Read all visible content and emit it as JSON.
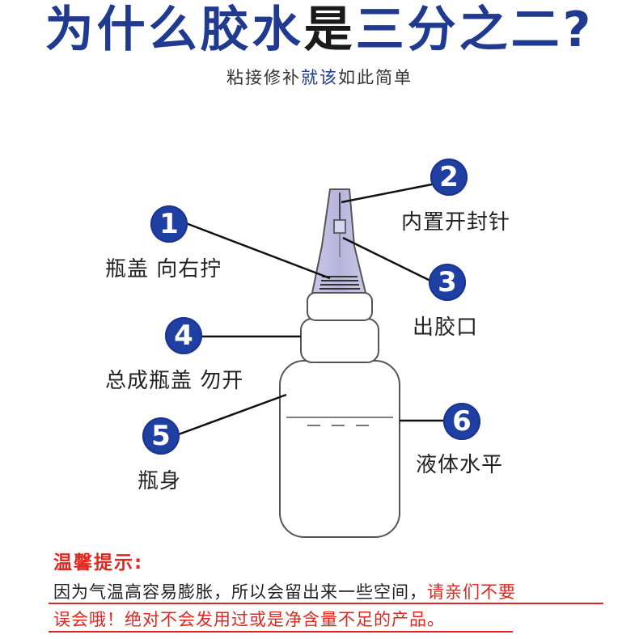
{
  "header": {
    "title_part1": "为什么胶水",
    "title_part2": "是",
    "title_part3": "三分之二?",
    "subtitle_part1": "粘接修补",
    "subtitle_part2": "就该",
    "subtitle_part3": "如此简单"
  },
  "callouts": [
    {
      "number": "1",
      "label": "瓶盖 向右拧"
    },
    {
      "number": "2",
      "label": "内置开封针"
    },
    {
      "number": "3",
      "label": "出胶口"
    },
    {
      "number": "4",
      "label": "总成瓶盖 勿开"
    },
    {
      "number": "5",
      "label": "瓶身"
    },
    {
      "number": "6",
      "label": "液体水平"
    }
  ],
  "tips": {
    "title": "温馨提示:",
    "line1_black": "因为气温高容易膨胀，所以会留出来一些空间，",
    "line1_red": "请亲们不要",
    "line2_red": "误会哦！绝对不会发用过或是净含量不足的产品。"
  },
  "colors": {
    "title_blue": "#1f3a8f",
    "badge_blue": "#1f3fa3",
    "warning_red": "#e0261f"
  }
}
